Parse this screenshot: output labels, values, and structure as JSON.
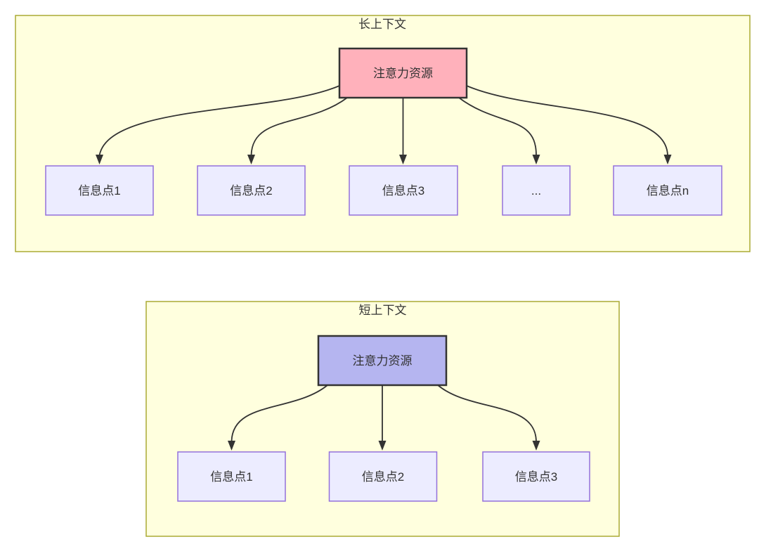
{
  "diagram": {
    "type": "flowchart",
    "panels": [
      {
        "id": "long-context",
        "title": "长上下文",
        "root": {
          "label": "注意力资源",
          "fill": "#ffb1bb",
          "stroke": "#333333"
        },
        "children": [
          {
            "label": "信息点1"
          },
          {
            "label": "信息点2"
          },
          {
            "label": "信息点3"
          },
          {
            "label": "..."
          },
          {
            "label": "信息点n"
          }
        ],
        "edges": "root fans out arrows to all 5 children"
      },
      {
        "id": "short-context",
        "title": "短上下文",
        "root": {
          "label": "注意力资源",
          "fill": "#b5b5f0",
          "stroke": "#333333"
        },
        "children": [
          {
            "label": "信息点1"
          },
          {
            "label": "信息点2"
          },
          {
            "label": "信息点3"
          }
        ],
        "edges": "root fans out arrows to all 3 children"
      }
    ],
    "colors": {
      "panel_fill": "#ffffde",
      "panel_stroke": "#aaaa33",
      "node_fill": "#ececff",
      "node_stroke": "#9370db",
      "root_long_fill": "#ffb1bb",
      "root_short_fill": "#b5b5f0",
      "edge": "#333333",
      "text": "#333333",
      "background": "#ffffff"
    }
  }
}
